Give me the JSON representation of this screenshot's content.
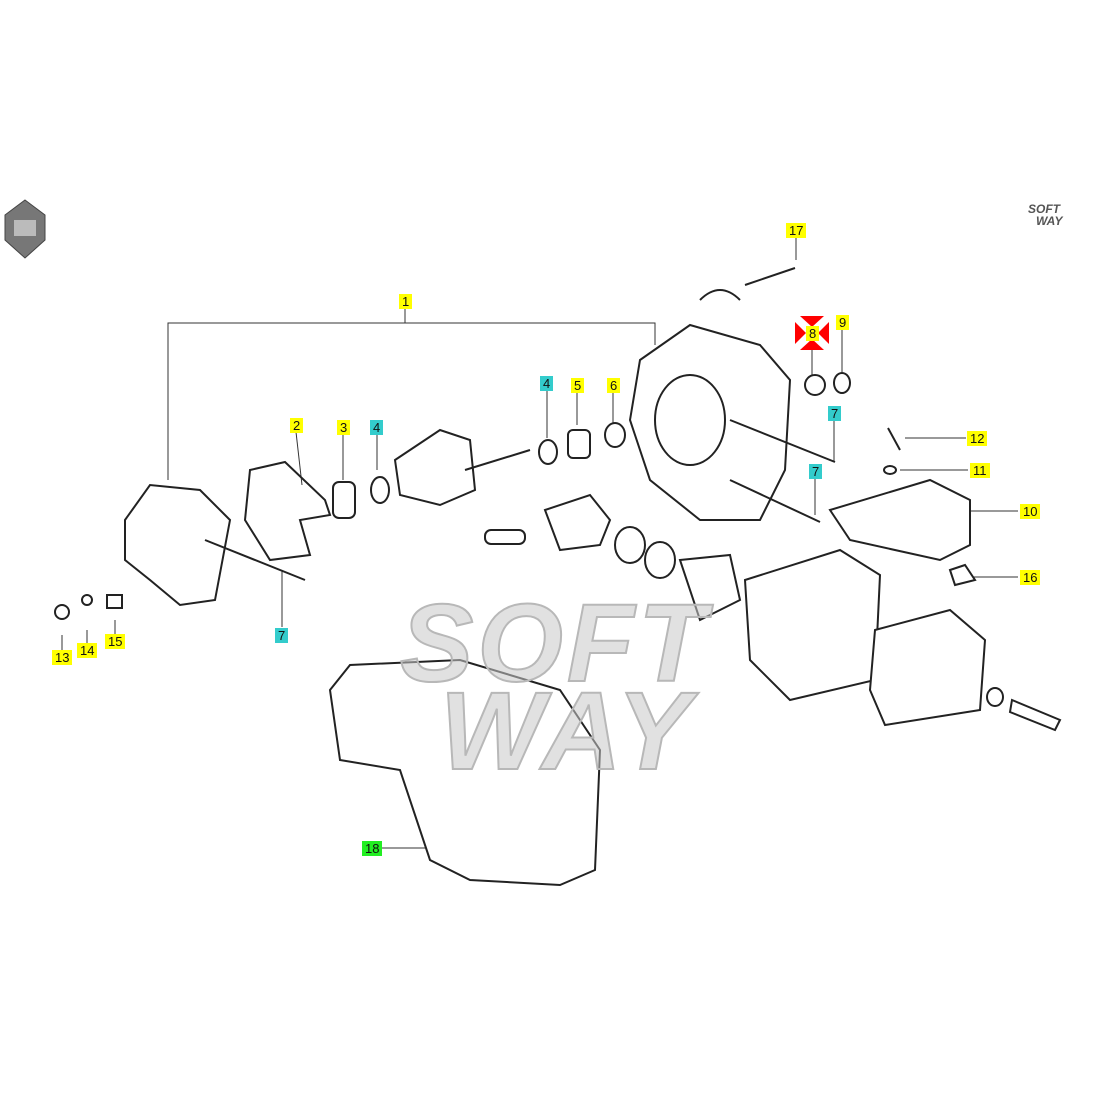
{
  "logo_left": "manufacturer-logo",
  "brand_logo": {
    "line1": "SOFT",
    "line2": "WAY"
  },
  "watermark": {
    "line1": "SOFT",
    "line2": "WAY"
  },
  "colors": {
    "yellow": "#ffff00",
    "cyan": "#33cccc",
    "green": "#22ee22",
    "highlight": "#ff0000"
  },
  "labels": [
    {
      "num": "1"
    },
    {
      "num": "2"
    },
    {
      "num": "3"
    },
    {
      "num": "4"
    },
    {
      "num": "4"
    },
    {
      "num": "5"
    },
    {
      "num": "6"
    },
    {
      "num": "7"
    },
    {
      "num": "7"
    },
    {
      "num": "7"
    },
    {
      "num": "8"
    },
    {
      "num": "9"
    },
    {
      "num": "10"
    },
    {
      "num": "11"
    },
    {
      "num": "12"
    },
    {
      "num": "13"
    },
    {
      "num": "14"
    },
    {
      "num": "15"
    },
    {
      "num": "16"
    },
    {
      "num": "17"
    },
    {
      "num": "18"
    }
  ]
}
